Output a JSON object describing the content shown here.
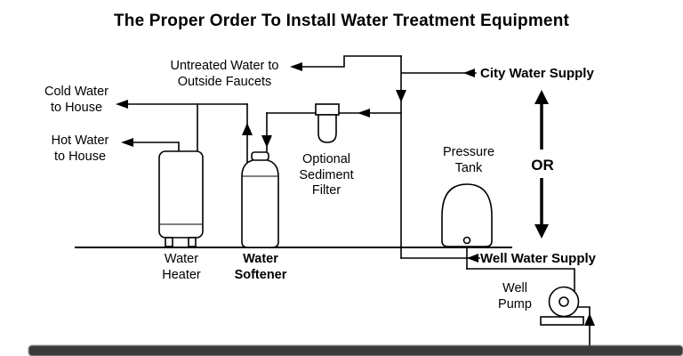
{
  "title": "The Proper Order To Install Water Treatment Equipment",
  "diagram": {
    "labels": {
      "untreated_water": "Untreated Water to\nOutside Faucets",
      "cold_water": "Cold Water\nto House",
      "hot_water": "Hot Water\nto House",
      "water_heater": "Water\nHeater",
      "water_softener": "Water\nSoftener",
      "sediment_filter": "Optional\nSediment\nFilter",
      "pressure_tank": "Pressure\nTank",
      "or_label": "OR",
      "city_water_supply": "City Water Supply",
      "well_water_supply": "Well Water Supply",
      "well_pump": "Well\nPump"
    },
    "colors": {
      "line": "#000000",
      "background": "#ffffff",
      "footer_bar": "#3a3a3a"
    }
  }
}
